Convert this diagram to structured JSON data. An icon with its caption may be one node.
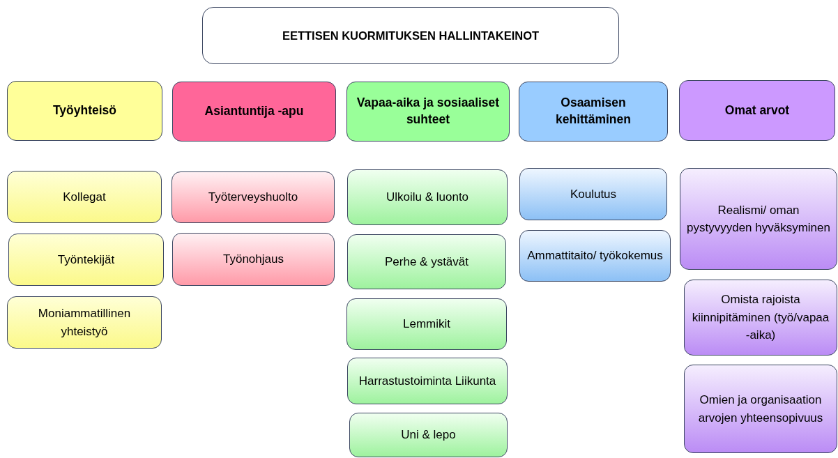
{
  "diagram": {
    "nodes": [
      {
        "text": [
          "EETTISEN KUORMITUKSEN HALLINTAKEINOT"
        ]
      },
      {
        "text": [
          "Työyhteisö"
        ]
      },
      {
        "text": [
          "Kollegat"
        ]
      },
      {
        "text": [
          "Työntekijät"
        ]
      },
      {
        "text": [
          "Moniammatillinen yhteistyö"
        ]
      },
      {
        "text": [
          "Asiantuntija -apu"
        ]
      },
      {
        "text": [
          "Työterveyshuolto"
        ]
      },
      {
        "text": [
          "Työnohjaus"
        ]
      },
      {
        "text": [
          "Vapaa-aika ja sosiaaliset suhteet"
        ]
      },
      {
        "text": [
          "Ulkoilu & luonto"
        ]
      },
      {
        "text": [
          "Perhe & ystävät"
        ]
      },
      {
        "text": [
          "Lemmikit"
        ]
      },
      {
        "text": [
          "Harrastustoiminta Liikunta"
        ]
      },
      {
        "text": [
          "Uni & lepo"
        ]
      },
      {
        "text": [
          "Osaamisen kehittäminen"
        ]
      },
      {
        "text": [
          "Koulutus"
        ]
      },
      {
        "text": [
          "Ammattitaito/ työkokemus"
        ]
      },
      {
        "text": [
          "Omat arvot"
        ]
      },
      {
        "text": [
          "Realismi/ oman pystyvyyden hyväksyminen"
        ]
      },
      {
        "text": [
          "Omista rajoista kiinnipitäminen (työ/vapaa -aika)"
        ]
      },
      {
        "text": [
          "Omien ja organisaation arvojen yhteensopivuus"
        ]
      }
    ]
  }
}
